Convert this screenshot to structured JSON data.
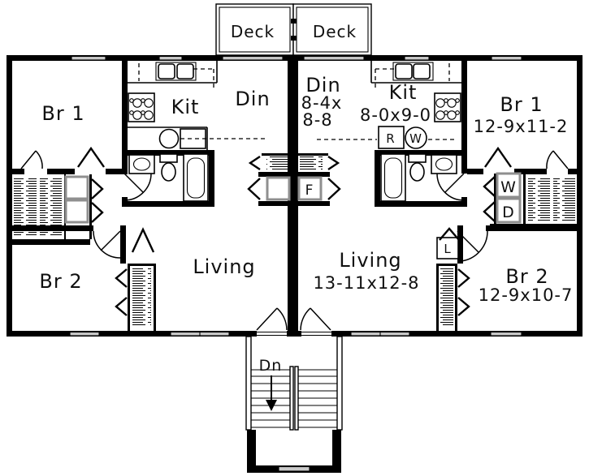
{
  "plan": {
    "deck_left": "Deck",
    "deck_right": "Deck",
    "unit_left": {
      "br1": "Br 1",
      "kit": "Kit",
      "din": "Din",
      "living": "Living",
      "br2": "Br 2"
    },
    "unit_right": {
      "din": "Din",
      "din_size_1": "8-4x",
      "din_size_2": "8-8",
      "kit": "Kit",
      "kit_size": "8-0x9-0",
      "br1": "Br 1",
      "br1_size": "12-9x11-2",
      "living": "Living",
      "living_size": "13-11x12-8",
      "br2": "Br 2",
      "br2_size": "12-9x10-7"
    },
    "labels": {
      "range": "R",
      "water_heater": "W",
      "washer": "W",
      "dryer": "D",
      "furnace": "F",
      "linen": "L",
      "stairs_down": "Dn"
    },
    "colors": {
      "lines": "#000000",
      "window_fill": "#c9c9c9",
      "appliance_trim": "#8f8f8f",
      "background": "#ffffff"
    }
  }
}
